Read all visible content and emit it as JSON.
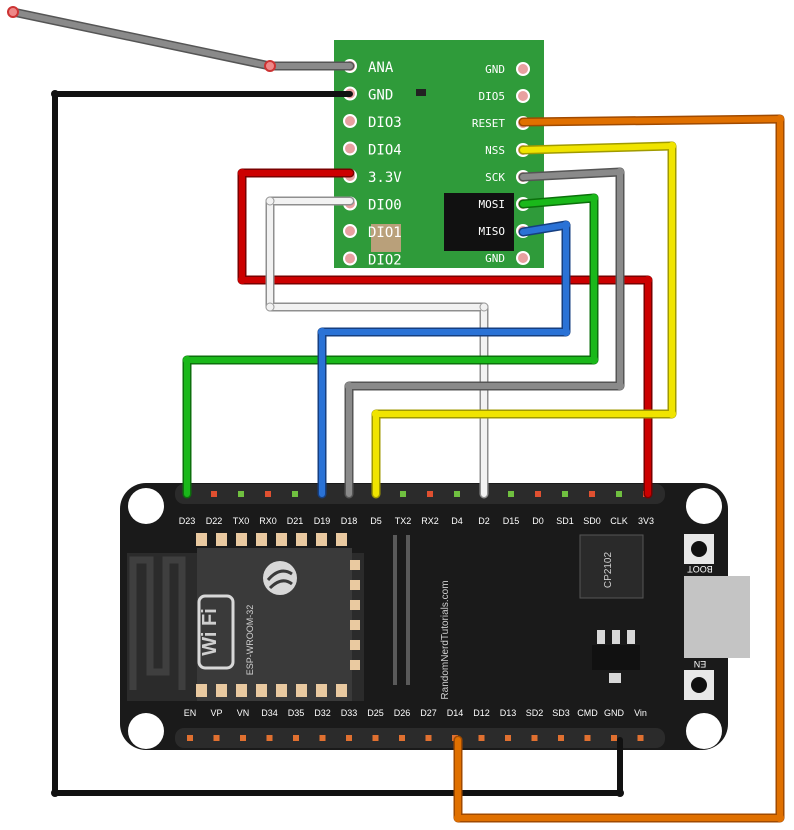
{
  "lora_module": {
    "left_pins": [
      "ANA",
      "GND",
      "DIO3",
      "DIO4",
      "3.3V",
      "DIO0",
      "DIO1",
      "DIO2"
    ],
    "right_pins": [
      "GND",
      "DIO5",
      "RESET",
      "NSS",
      "SCK",
      "MOSI",
      "MISO",
      "GND"
    ]
  },
  "esp32": {
    "top_pins": [
      "D23",
      "D22",
      "TX0",
      "RX0",
      "D21",
      "D19",
      "D18",
      "D5",
      "TX2",
      "RX2",
      "D4",
      "D2",
      "D15",
      "D0",
      "SD1",
      "SD0",
      "CLK",
      "3V3"
    ],
    "bottom_pins": [
      "EN",
      "VP",
      "VN",
      "D34",
      "D35",
      "D32",
      "D33",
      "D25",
      "D26",
      "D27",
      "D14",
      "D12",
      "D13",
      "SD2",
      "SD3",
      "CMD",
      "GND",
      "Vin"
    ],
    "module_label": "ESP-WROOM-32",
    "wifi_label": "Wi Fi",
    "chip_label": "CP2102",
    "watermark": "RandomNerdTutorials.com",
    "boot_label": "BOOT",
    "en_label": "EN"
  },
  "wires": [
    {
      "from": "antenna",
      "to": "ANA",
      "color": "#8a8a8a"
    },
    {
      "from": "GND",
      "to": "GND (ESP32)",
      "color": "#111111"
    },
    {
      "from": "3.3V",
      "to": "3V3",
      "color": "#cc0000"
    },
    {
      "from": "DIO0",
      "to": "D2",
      "color": "#e8e8e8"
    },
    {
      "from": "RESET",
      "to": "D14",
      "color": "#e07000"
    },
    {
      "from": "NSS",
      "to": "D5",
      "color": "#f0e000"
    },
    {
      "from": "SCK",
      "to": "D18",
      "color": "#8a8a8a"
    },
    {
      "from": "MOSI",
      "to": "D23",
      "color": "#1ab01a"
    },
    {
      "from": "MISO",
      "to": "D19",
      "color": "#2a6fd0"
    }
  ]
}
